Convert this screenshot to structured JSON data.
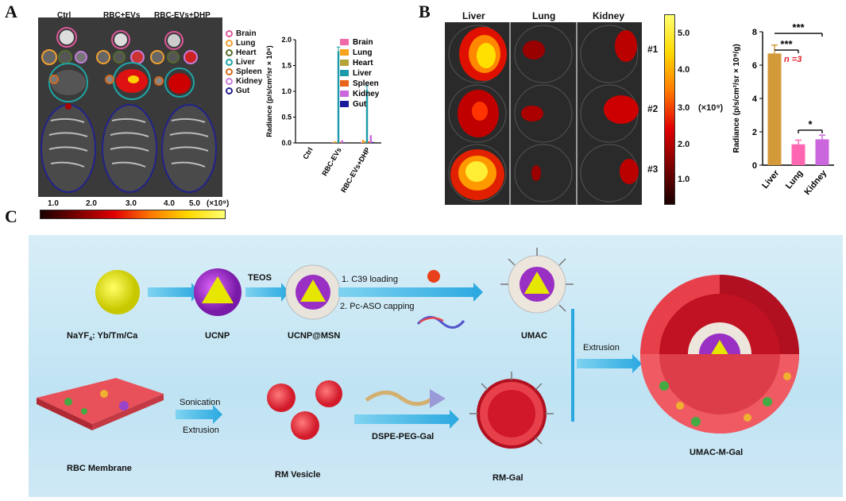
{
  "panels": {
    "a": "A",
    "b": "B",
    "c": "C"
  },
  "panelA": {
    "groups": [
      "Ctrl",
      "RBC+EVs",
      "RBC-EVs+DHP"
    ],
    "organ_legend": [
      {
        "name": "Brain",
        "color": "#e0579a"
      },
      {
        "name": "Lung",
        "color": "#f0a030"
      },
      {
        "name": "Heart",
        "color": "#556b2f"
      },
      {
        "name": "Liver",
        "color": "#1fa5a5"
      },
      {
        "name": "Spleen",
        "color": "#d2691e"
      },
      {
        "name": "Kidney",
        "color": "#c77ddc"
      },
      {
        "name": "Gut",
        "color": "#22228a"
      }
    ],
    "scale_ticks": [
      "1.0",
      "2.0",
      "3.0",
      "4.0",
      "5.0"
    ],
    "scale_unit": "(×10⁹)"
  },
  "panelB": {
    "columns": [
      "Liver",
      "Lung",
      "Kidney"
    ],
    "rows": [
      "#1",
      "#2",
      "#3"
    ],
    "scale_ticks": [
      "5.0",
      "4.0",
      "3.0",
      "2.0",
      "1.0"
    ],
    "scale_unit": "(×10⁹)",
    "annotation": "n =3",
    "significance": [
      "***",
      "***",
      "*"
    ]
  },
  "panelC": {
    "labels": {
      "nayf": "NaYF",
      "nayf_sub": "4",
      "nayf_rest": ": Yb/Tm/Ca",
      "ucnp": "UCNP",
      "teos": "TEOS",
      "ucnp_msn": "UCNP@MSN",
      "step1": "1. C39  loading",
      "step2": "2. Pc-ASO capping",
      "umac": "UMAC",
      "extrusion_right": "Extrusion",
      "umac_m_gal": "UMAC-M-Gal",
      "rbc_membrane": "RBC Membrane",
      "sonication": "Sonication",
      "extrusion_left": "Extrusion",
      "rm_vesicle": "RM Vesicle",
      "dspe": "DSPE-PEG-Gal",
      "rm_gal": "RM-Gal"
    }
  },
  "chart_data": [
    {
      "type": "bar",
      "title": "",
      "categories": [
        "Ctrl",
        "RBC-EVs",
        "RBC-EVs+DHP"
      ],
      "ylabel": "Radiance (p/s/cm²/sr × 10⁸)",
      "ylim": [
        0,
        2.0
      ],
      "yticks": [
        "0.0",
        "0.5",
        "1.0",
        "1.5",
        "2.0"
      ],
      "legend": "top-right",
      "series": [
        {
          "name": "Brain",
          "color": "#f06aa8",
          "values": [
            0.0,
            0.01,
            0.02
          ]
        },
        {
          "name": "Lung",
          "color": "#f7a21b",
          "values": [
            0.0,
            0.03,
            0.06
          ]
        },
        {
          "name": "Heart",
          "color": "#b5a33a",
          "values": [
            0.0,
            0.02,
            0.03
          ]
        },
        {
          "name": "Liver",
          "color": "#1b9aaa",
          "values": [
            0.0,
            1.78,
            1.03
          ]
        },
        {
          "name": "Spleen",
          "color": "#e8641b",
          "values": [
            0.0,
            0.02,
            0.03
          ]
        },
        {
          "name": "Kidney",
          "color": "#cc66dd",
          "values": [
            0.0,
            0.05,
            0.15
          ]
        },
        {
          "name": "Gut",
          "color": "#1a1a9e",
          "values": [
            0.0,
            0.01,
            0.02
          ]
        }
      ]
    },
    {
      "type": "bar",
      "title": "",
      "categories": [
        "Liver",
        "Lung",
        "Kidney"
      ],
      "ylabel": "Radiance (p/s/cm²/sr × 10⁹/g)",
      "ylim": [
        0,
        8
      ],
      "yticks": [
        "0",
        "2",
        "4",
        "6",
        "8"
      ],
      "values": [
        6.7,
        1.25,
        1.55
      ],
      "colors": [
        "#d49a3a",
        "#ff66b2",
        "#cc66dd"
      ]
    }
  ]
}
